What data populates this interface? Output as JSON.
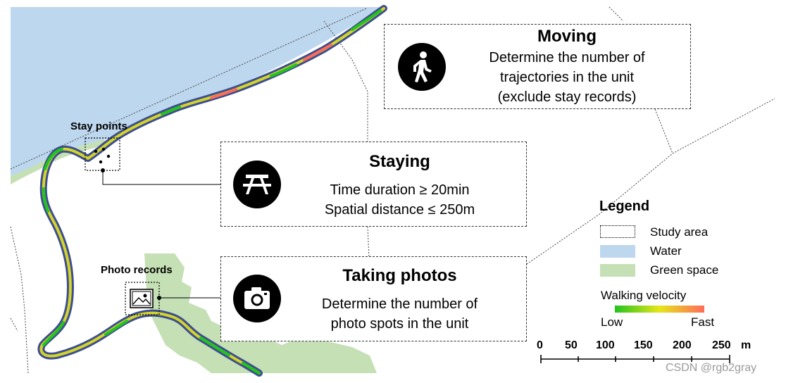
{
  "map_labels": {
    "stay_points": "Stay points",
    "photo_records": "Photo records"
  },
  "moving": {
    "title": "Moving",
    "lines": [
      "Determine the number of",
      "trajectories in the unit",
      "(exclude stay records)"
    ],
    "icon": "walking-person-icon"
  },
  "staying": {
    "title": "Staying",
    "lines": [
      "Time duration ≥ 20min",
      "Spatial distance ≤ 250m"
    ],
    "icon": "picnic-table-icon"
  },
  "photos": {
    "title": "Taking photos",
    "lines": [
      "Determine the number of",
      "photo spots in the unit"
    ],
    "icon": "camera-icon"
  },
  "legend": {
    "title": "Legend",
    "items": [
      {
        "label": "Study area",
        "kind": "dotted-box"
      },
      {
        "label": "Water",
        "color": "#bdd7ee"
      },
      {
        "label": "Green space",
        "color": "#c5e0b4"
      }
    ],
    "velocity": {
      "title": "Walking velocity",
      "low": "Low",
      "high": "Fast",
      "colors": [
        "#22c41e",
        "#e6e61a",
        "#ff6b5a"
      ]
    }
  },
  "scale_bar": {
    "ticks": [
      "0",
      "50",
      "100",
      "150",
      "200",
      "250"
    ],
    "unit": "m"
  },
  "watermark": "CSDN @rgb2gray",
  "colors": {
    "water": "#bdd7ee",
    "green_space": "#c5e0b4",
    "trajectory_outer": "#3d4e8e",
    "trajectory_inner": "#d4d42a"
  }
}
